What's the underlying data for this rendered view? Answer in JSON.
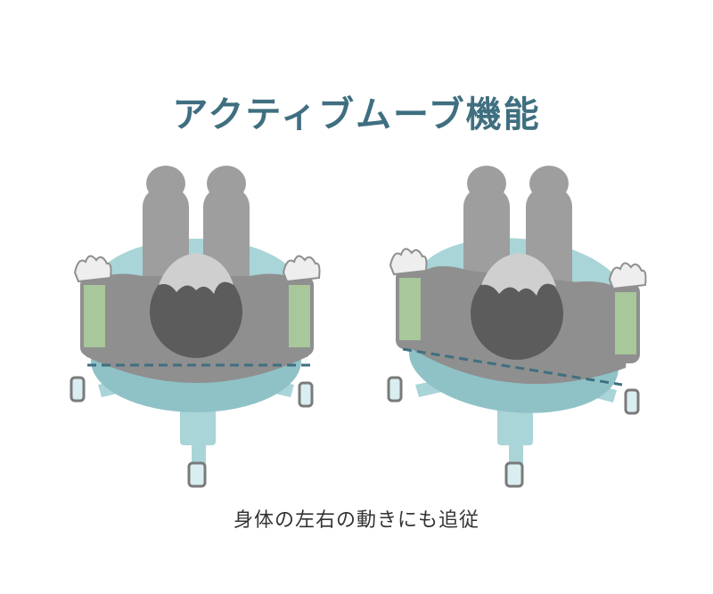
{
  "title": "アクティブムーブ機能",
  "caption": "身体の左右の動きにも追従",
  "colors": {
    "title": "#3f6f80",
    "caption": "#333333",
    "seat": "#a9d4d8",
    "seat_dark": "#8fc2c7",
    "body": "#8f8f8f",
    "legs": "#9e9e9e",
    "head": "#5c5c5c",
    "hair": "#cfcfcf",
    "sleeve": "#a8c79a",
    "hand": "#eeeeee",
    "dash": "#3f6f80",
    "caster": "#7a7a7a"
  },
  "figures": [
    {
      "name": "level"
    },
    {
      "name": "tilted"
    }
  ]
}
